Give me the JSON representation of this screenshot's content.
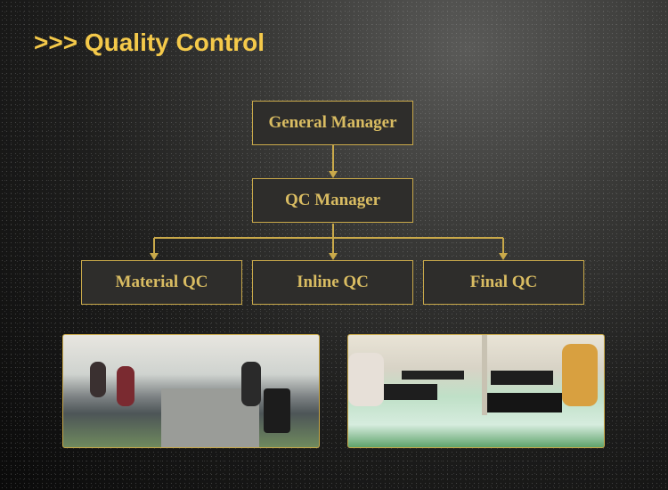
{
  "title": ">>> Quality Control",
  "org_chart": {
    "general_manager": "General Manager",
    "qc_manager": "QC Manager",
    "material_qc": "Material QC",
    "inline_qc": "Inline QC",
    "final_qc": "Final QC"
  },
  "colors": {
    "accent": "#f4c94a",
    "box_border": "#c9a94a",
    "box_text": "#d9bc62"
  }
}
